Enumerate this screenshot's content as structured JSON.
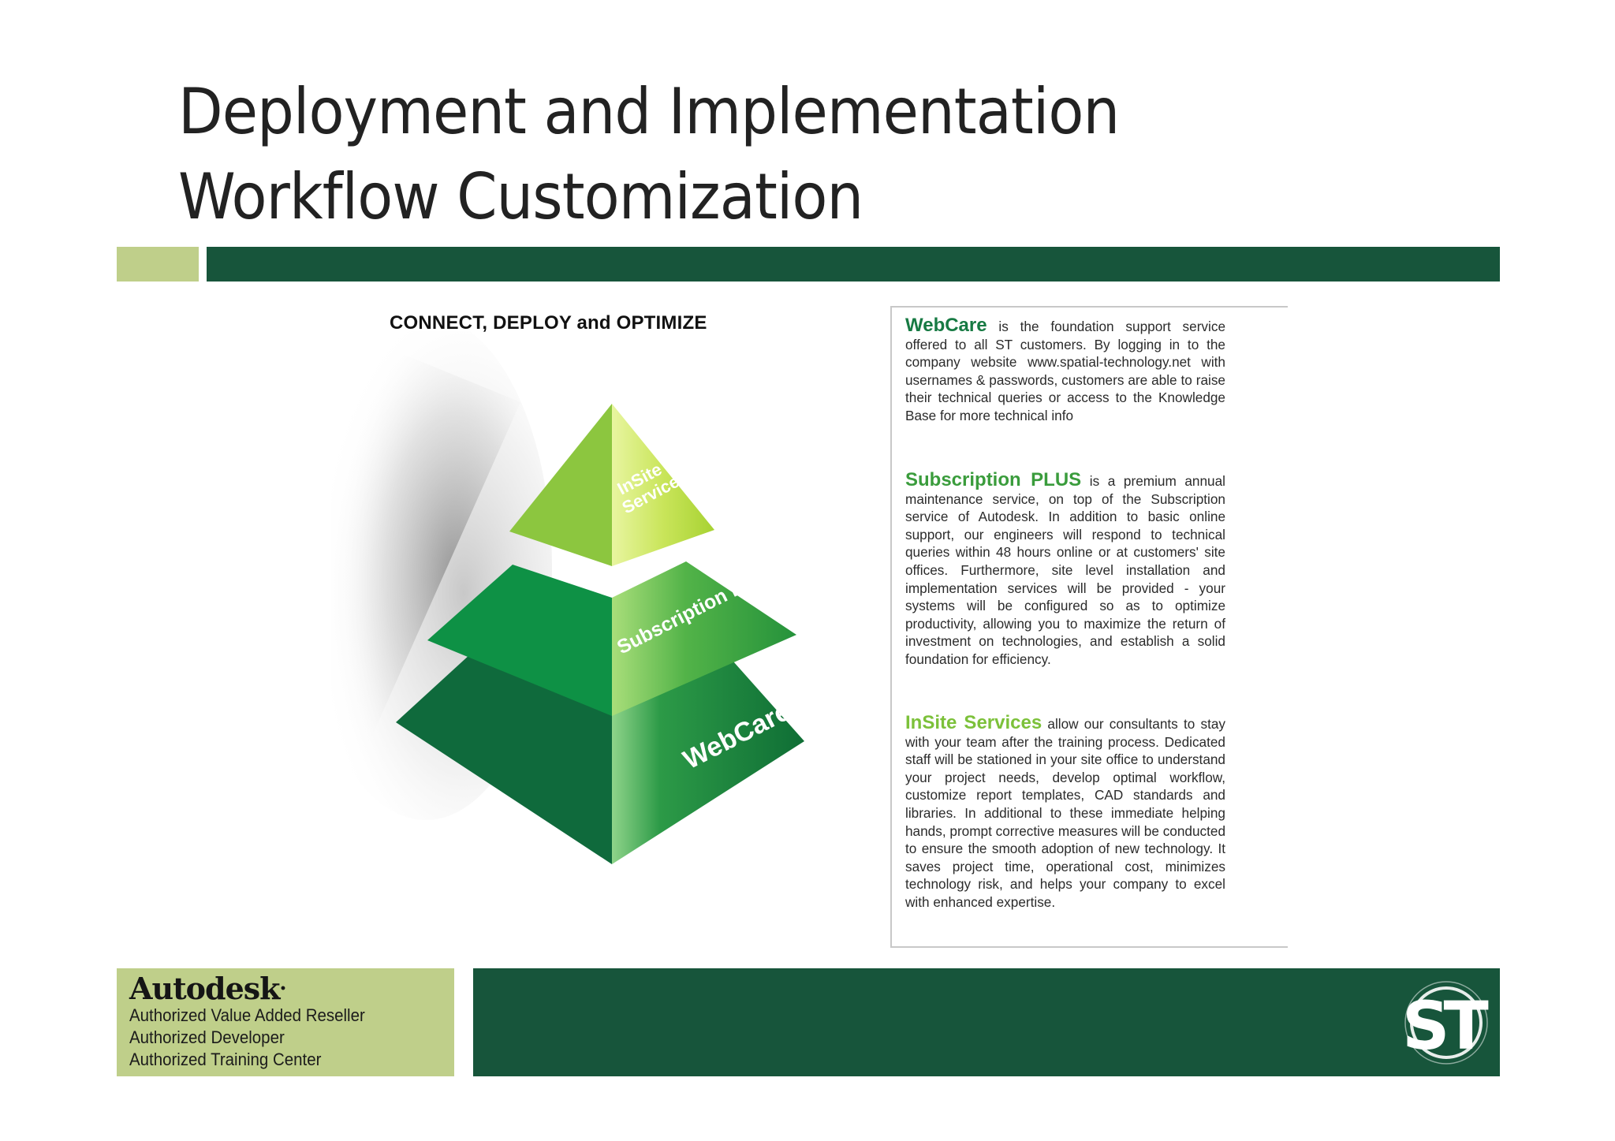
{
  "slide": {
    "title_line1": "Deployment and Implementation",
    "title_line2": "Workflow Customization"
  },
  "pyramid": {
    "heading": "CONNECT, DEPLOY and OPTIMIZE",
    "tiers": [
      {
        "label": "InSite",
        "label2": "Services"
      },
      {
        "label": "Subscription Plus"
      },
      {
        "label": "WebCare"
      }
    ]
  },
  "services": [
    {
      "term": "WebCare",
      "text": " is the foundation support service offered to all ST customers. By logging in to the company website www.spatial-technology.net with usernames & passwords, customers are able to raise their technical queries or access to the Knowledge Base for more technical info"
    },
    {
      "term": "Subscription PLUS",
      "text": " is a premium annual maintenance service, on top of the Subscription service of Autodesk. In addition to basic online support, our engineers will respond to technical queries within 48 hours online or at customers' site offices. Furthermore, site level installation and implementation services will be provided - your systems will be configured so as to optimize productivity, allowing you to maximize the return of investment on technologies, and establish a solid foundation for efficiency."
    },
    {
      "term": "InSite Services",
      "text": " allow our consultants to stay with your team after the training process. Dedicated staff will be stationed in your site office to understand your project needs, develop optimal workflow, customize report templates, CAD standards and libraries. In additional to these immediate helping hands, prompt corrective measures will be conducted to ensure the smooth adoption of new technology. It saves project time, operational cost, minimizes technology risk, and helps your company to excel with enhanced expertise."
    }
  ],
  "footer": {
    "brand": "Autodesk",
    "lines": [
      "Authorized Value Added Reseller",
      "Authorized Developer",
      "Authorized Training Center"
    ],
    "logo_text": "ST"
  },
  "colors": {
    "dark_green": "#17553b",
    "light_green": "#bfcf8a",
    "webcare": "#177a43",
    "subscription": "#3a9c3c",
    "insite": "#7cc13a"
  }
}
